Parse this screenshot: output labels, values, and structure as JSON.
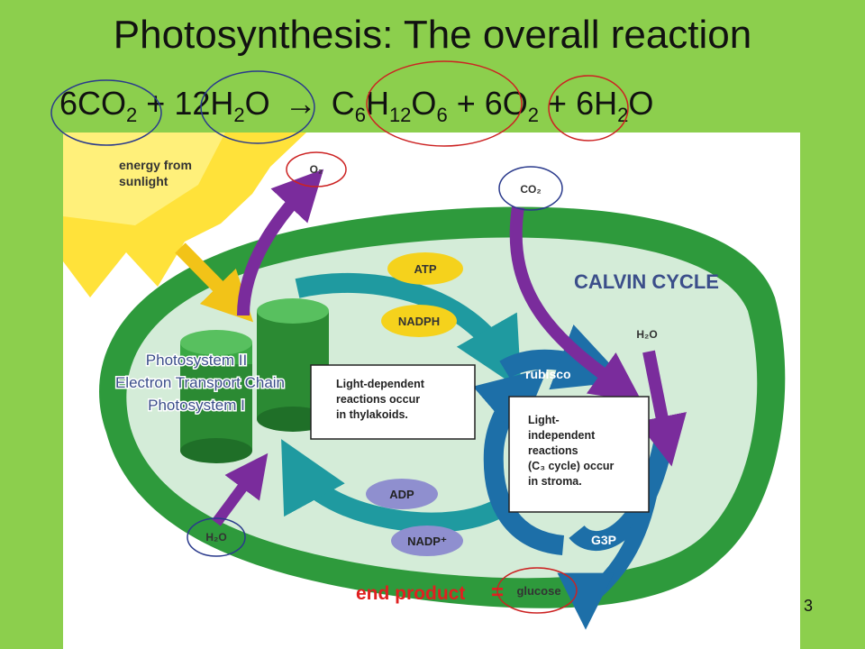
{
  "title": "Photosynthesis: The overall reaction",
  "equation": {
    "r1_coef": "6CO",
    "r1_sub": "2",
    "plus": "+",
    "r2_coef": "12H",
    "r2_sub": "2",
    "r2_tail": "O",
    "arrow": "→",
    "p1_a": "C",
    "p1_sub1": "6",
    "p1_b": "H",
    "p1_sub2": "12",
    "p1_c": "O",
    "p1_sub3": "6",
    "p2_coef": "6O",
    "p2_sub": "2",
    "p3_coef": "6H",
    "p3_sub": "2",
    "p3_tail": "O"
  },
  "diagram": {
    "sun_label_line1": "energy from",
    "sun_label_line2": "sunlight",
    "o2": "O₂",
    "co2": "CO₂",
    "h2o_right": "H₂O",
    "h2o_bottom": "H₂O",
    "atp": "ATP",
    "nadph": "NADPH",
    "adp": "ADP",
    "nadp": "NADP⁺",
    "calvin_cycle": "CALVIN CYCLE",
    "rubisco": "rubisco",
    "g3p": "G3P",
    "photosystem_line1": "Photosystem II",
    "photosystem_line2": "Electron Transport Chain",
    "photosystem_line3": "Photosystem I",
    "light_box_line1": "Light-dependent",
    "light_box_line2": "reactions occur",
    "light_box_line3": "in thylakoids.",
    "dark_box_line1": "Light-",
    "dark_box_line2": "independent",
    "dark_box_line3": "reactions",
    "dark_box_line4": "(C₃ cycle) occur",
    "dark_box_line5": "in stroma.",
    "end_product": "end product",
    "equals": "=",
    "glucose": "glucose"
  },
  "slide_number": "3",
  "colors": {
    "background": "#8ccf4d",
    "chloroplast_outer": "#2e9a3c",
    "stroma": "#d4ecd8",
    "purple_arrow": "#7a2c9c",
    "teal_arrow": "#1f9aa0",
    "blue_circle": "#2a3a8c",
    "red_circle": "#cc2222",
    "end_product_red": "#e02020"
  }
}
